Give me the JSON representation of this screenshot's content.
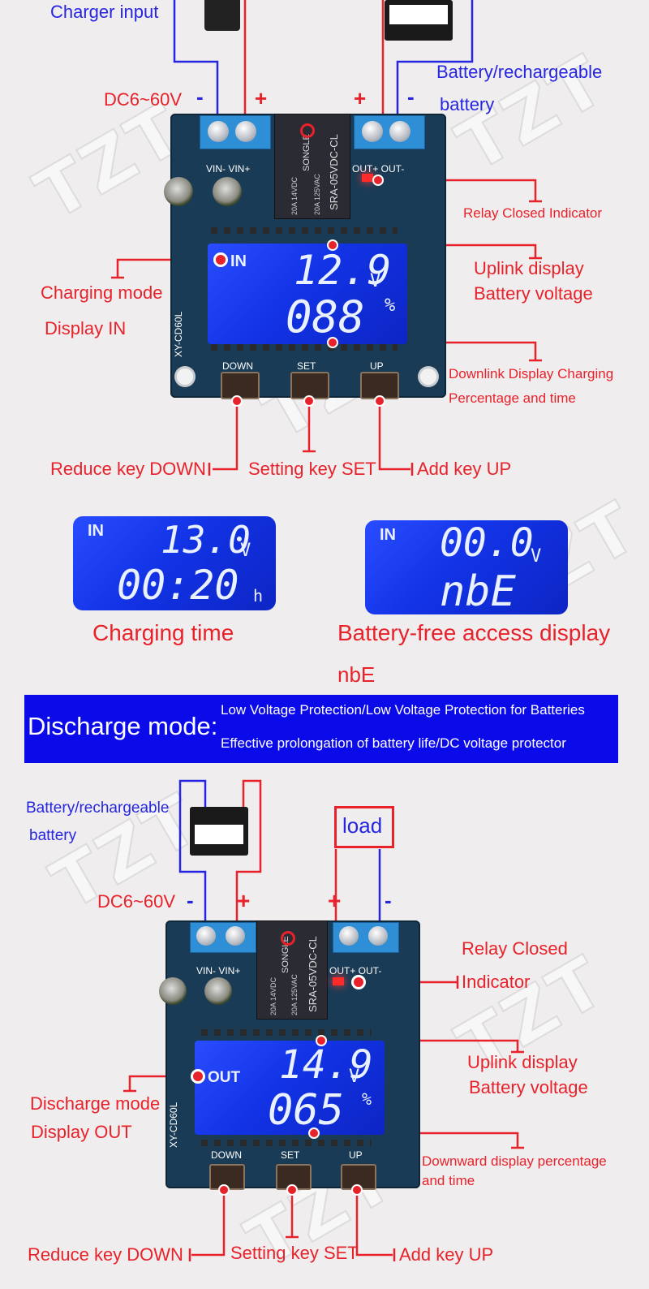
{
  "charge_section": {
    "labels": {
      "charger_input": "Charger input",
      "battery_line1": "Battery/rechargeable",
      "battery_line2": "battery",
      "voltage": "DC6~60V",
      "minus_left": "-",
      "plus_left": "+",
      "plus_right": "+",
      "minus_right": "-",
      "relay_indicator": "Relay Closed Indicator",
      "uplink_line1": "Uplink display",
      "uplink_line2": "Battery voltage",
      "mode_line1": "Charging mode",
      "mode_line2": "Display IN",
      "downlink_line1": "Downlink Display Charging",
      "downlink_line2": "Percentage and time",
      "key_down": "Reduce key DOWN",
      "key_set": "Setting key SET",
      "key_up": "Add key UP"
    },
    "lcd": {
      "mode": "IN",
      "top_value": "12.9",
      "top_unit": "V",
      "bottom_value": "088",
      "bottom_unit": "%"
    }
  },
  "board_silkscreen": {
    "terminal_left": "VIN- VIN+",
    "terminal_right": "OUT+ OUT-",
    "relay_brand": "SONGLE",
    "relay_model": "SRA-05VDC-CL",
    "relay_rating_1": "20A 14VDC",
    "relay_rating_2": "20A 125VAC",
    "board_model": "XY-CD60L",
    "btn_down": "DOWN",
    "btn_set": "SET",
    "btn_up": "UP"
  },
  "examples": {
    "charging_time": {
      "mode": "IN",
      "top_value": "13.0",
      "top_unit": "V",
      "bottom_value": "00:20",
      "bottom_unit": "h",
      "caption": "Charging time"
    },
    "battery_free": {
      "mode": "IN",
      "top_value": "00.0",
      "top_unit": "V",
      "bottom_value": "nbE",
      "caption_line1": "Battery-free access display",
      "caption_line2": "nbE"
    }
  },
  "banner": {
    "title": "Discharge mode:",
    "line1": "Low Voltage Protection/Low Voltage Protection for Batteries",
    "line2": "Effective prolongation of battery life/DC voltage protector"
  },
  "discharge_section": {
    "labels": {
      "battery_line1": "Battery/rechargeable",
      "battery_line2": "battery",
      "load": "load",
      "voltage": "DC6~60V",
      "minus_left": "-",
      "plus_left": "+",
      "plus_right": "+",
      "minus_right": "-",
      "relay_line1": "Relay Closed",
      "relay_line2": "Indicator",
      "uplink_line1": "Uplink display",
      "uplink_line2": "Battery voltage",
      "mode_line1": "Discharge mode",
      "mode_line2": "Display OUT",
      "downward_line1": "Downward display percentage",
      "downward_line2": "and time",
      "key_down": "Reduce key  DOWN",
      "key_set": "Setting key SET",
      "key_up": "Add key UP"
    },
    "lcd": {
      "mode": "OUT",
      "top_value": "14.9",
      "top_unit": "V",
      "bottom_value": "065",
      "bottom_unit": "%"
    }
  },
  "watermark": "TZT",
  "colors": {
    "annotation_red": "#e8222a",
    "annotation_blue": "#2626e0",
    "banner_blue": "#0b0bea",
    "lcd_blue": "#1233e6"
  }
}
